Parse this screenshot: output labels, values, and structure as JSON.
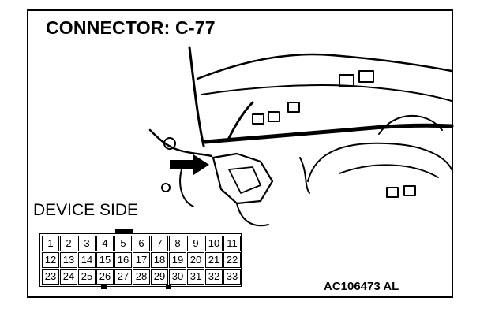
{
  "title": "CONNECTOR: C-77",
  "view_label": "DEVICE SIDE",
  "figure_code": "AC106473 AL",
  "pin_rows": [
    [
      "1",
      "2",
      "3",
      "4",
      "5",
      "6",
      "7",
      "8",
      "9",
      "10",
      "11"
    ],
    [
      "12",
      "13",
      "14",
      "15",
      "16",
      "17",
      "18",
      "19",
      "20",
      "21",
      "22"
    ],
    [
      "23",
      "24",
      "25",
      "26",
      "27",
      "28",
      "29",
      "30",
      "31",
      "32",
      "33"
    ]
  ],
  "colors": {
    "ink": "#000000",
    "background": "#ffffff"
  }
}
